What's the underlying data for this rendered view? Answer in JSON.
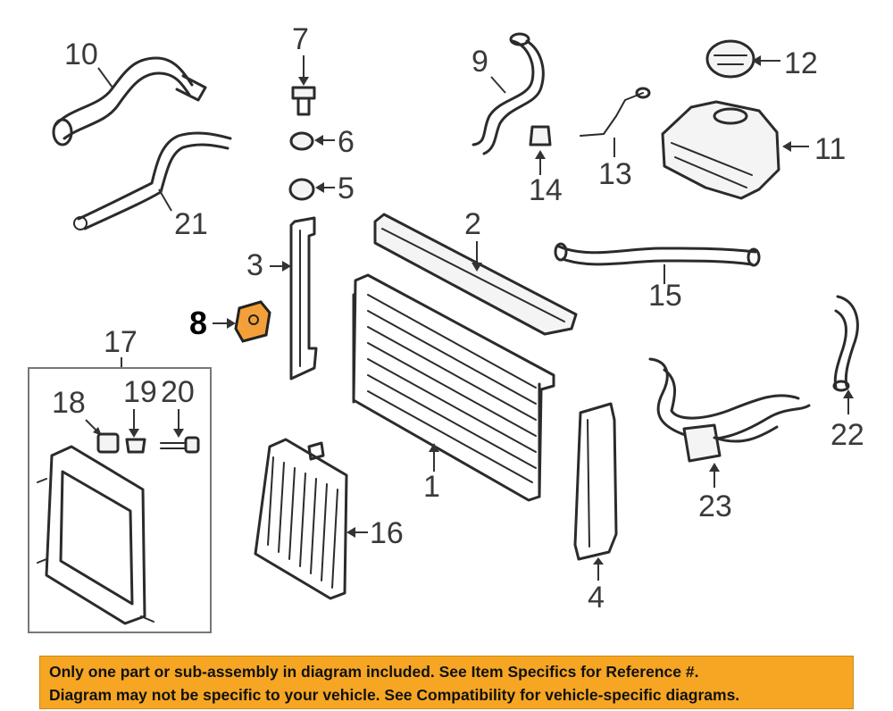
{
  "diagram": {
    "callouts": {
      "c1": "1",
      "c2": "2",
      "c3": "3",
      "c4": "4",
      "c5": "5",
      "c6": "6",
      "c7": "7",
      "c8": "8",
      "c9": "9",
      "c10": "10",
      "c11": "11",
      "c12": "12",
      "c13": "13",
      "c14": "14",
      "c15": "15",
      "c16": "16",
      "c17": "17",
      "c18": "18",
      "c19": "19",
      "c20": "20",
      "c21": "21",
      "c22": "22",
      "c23": "23"
    },
    "highlight_color": "#f3a03a"
  },
  "notice": {
    "line1": "Only one part or sub-assembly in diagram included. See Item Specifics for Reference #.",
    "line2": "Diagram may not be specific to your vehicle. See Compatibility for vehicle-specific diagrams.",
    "background": "#f6a623"
  }
}
